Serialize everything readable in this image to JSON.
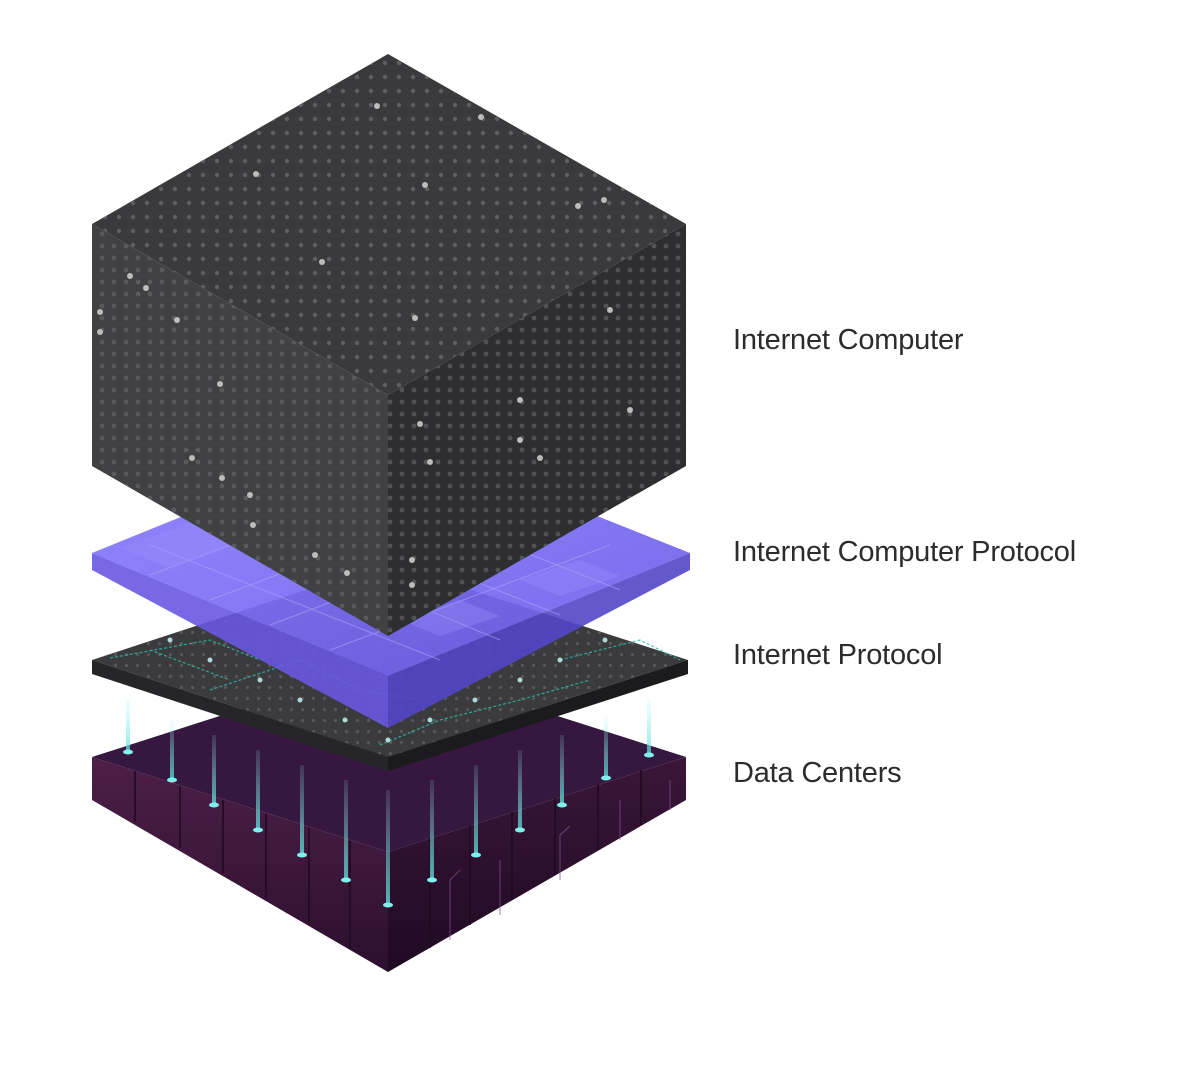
{
  "layers": [
    {
      "id": "internet-computer",
      "label": "Internet Computer"
    },
    {
      "id": "internet-computer-protocol",
      "label": "Internet Computer Protocol"
    },
    {
      "id": "internet-protocol",
      "label": "Internet Protocol"
    },
    {
      "id": "data-centers",
      "label": "Data Centers"
    }
  ],
  "colors": {
    "cube_top": "#3b3b3d",
    "cube_left": "#444446",
    "cube_right": "#2d2d2f",
    "dots": "#6a6a6c",
    "dots_bright": "#bdbdbd",
    "protocol_plate": "#7b6cf2",
    "ip_plate": "#3a3a3c",
    "ip_lines": "#2fb9a9",
    "connector_glow": "#5fe3e0",
    "datacenter_top": "#3b1a45",
    "datacenter_side": "#4a1f48"
  }
}
